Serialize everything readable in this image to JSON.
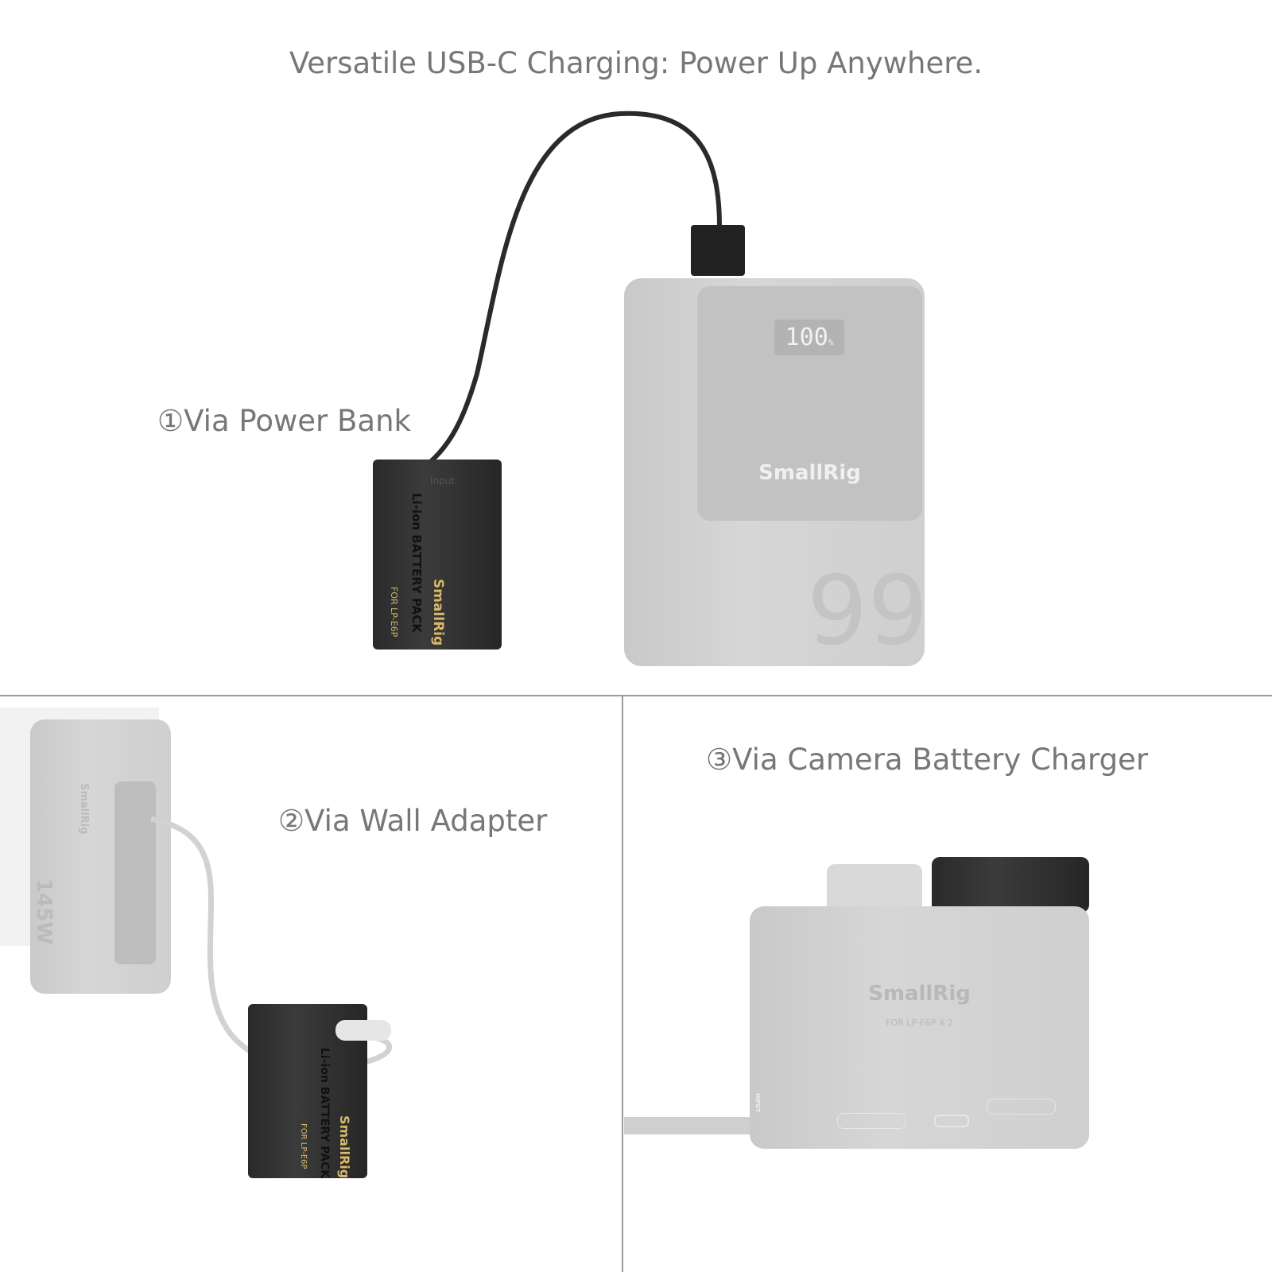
{
  "title": "Versatile USB-C Charging: Power Up Anywhere.",
  "methods": [
    {
      "label": "①Via Power Bank"
    },
    {
      "label": "②Via Wall Adapter"
    },
    {
      "label": "③Via Camera Battery Charger"
    }
  ],
  "power_bank": {
    "display": "100",
    "display_unit": "%",
    "brand": "SmallRig",
    "model": "99"
  },
  "battery": {
    "port_label": "Input",
    "type": "Li-ion BATTERY PACK",
    "brand": "SmallRig",
    "compat": "FOR LP-E6P"
  },
  "wall_adapter": {
    "brand": "SmallRig",
    "wattage": "145W"
  },
  "charger": {
    "brand": "SmallRig",
    "compat": "FOR LP-E6P X 2",
    "port_label": "INPUT"
  },
  "colors": {
    "text": "#777777",
    "divider": "#9a9a9a",
    "battery": "#2e2e2e",
    "accent_gold": "#d8b86a"
  }
}
